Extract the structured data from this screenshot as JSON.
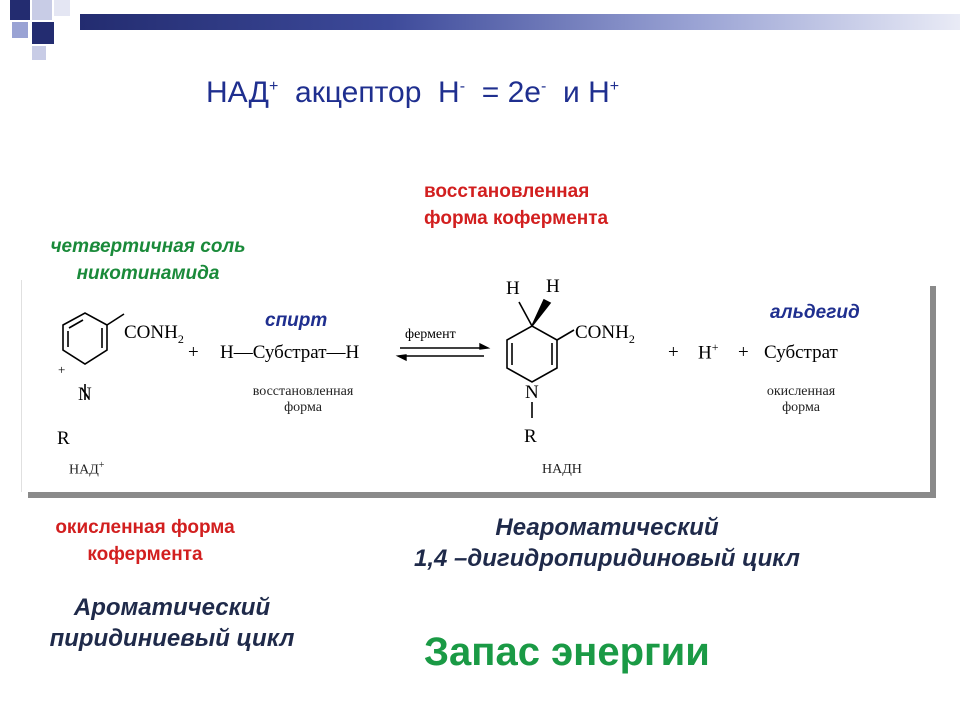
{
  "title": {
    "nad": "НАД",
    "plus": "+",
    "acceptor": "акцептор",
    "h": "Н",
    "minus": "-",
    "eq": "= 2е",
    "minus2": "-",
    "and": "и",
    "h2": "Н",
    "plus2": "+"
  },
  "labels": {
    "restored_line1": "восстановленная",
    "restored_line2": "форма кофермента",
    "quaternary_line1": "четвертичная соль",
    "quaternary_line2": "никотинамида",
    "alcohol": "спирт",
    "aldehyde": "альдегид",
    "oxidized_line1": "окисленная форма",
    "oxidized_line2": "кофермента",
    "nonaromatic_line1": "Неароматический",
    "nonaromatic_line2": "1,4 –дигидропиридиновый цикл",
    "aromatic_line1": "Ароматический",
    "aromatic_line2": "пиридиниевый цикл",
    "energy": "Запас  энергии"
  },
  "reaction": {
    "conh2_left": "CONH",
    "sub2": "2",
    "n_plus": "+",
    "n_left": "N",
    "r_left": "R",
    "nad_plus": "НАД",
    "nad_plus_sup": "+",
    "plus1": "+",
    "substrate_left": "H—Субстрат—H",
    "restored_small_1": "восстановленная",
    "restored_small_2": "форма",
    "enzyme": "фермент",
    "h_a": "H",
    "h_b": "H",
    "conh2_right": "CONH",
    "sub2b": "2",
    "n_right": "N",
    "r_right": "R",
    "nadh": "НАДН",
    "plus2": "+",
    "h_plus": "H",
    "h_plus_sup": "+",
    "plus3": "+",
    "substrate_right": "Субстрат",
    "oxidized_small_1": "окисленная",
    "oxidized_small_2": "форма"
  }
}
